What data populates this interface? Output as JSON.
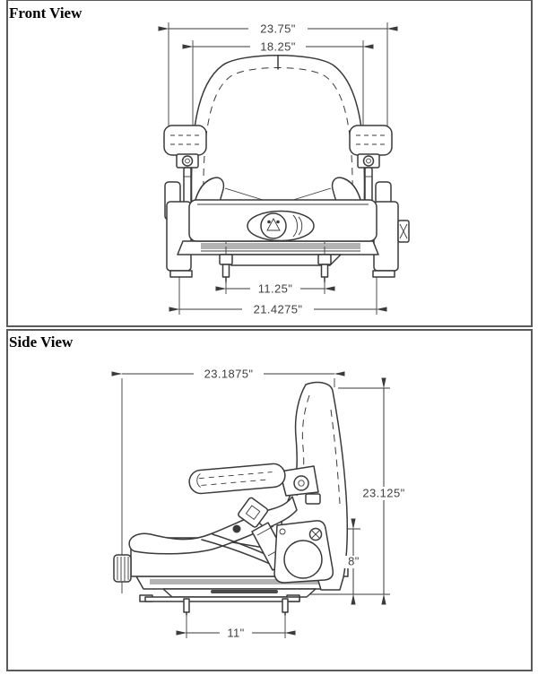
{
  "page": {
    "background": "#ffffff",
    "line_color": "#3a3a3a",
    "panel_border_color": "#5a5a5a",
    "suspension_stripe_color": "#b3b3b3"
  },
  "front_view": {
    "title": "Front View",
    "dimensions": {
      "overall_width": "23.75\"",
      "backrest_width": "18.25\"",
      "mount_bolt_spacing": "11.25\"",
      "base_width": "21.4275\""
    }
  },
  "side_view": {
    "title": "Side View",
    "dimensions": {
      "overall_depth": "23.1875\"",
      "overall_height": "23.125\"",
      "base_height": "8\"",
      "mount_bolt_spacing": "11\""
    }
  }
}
